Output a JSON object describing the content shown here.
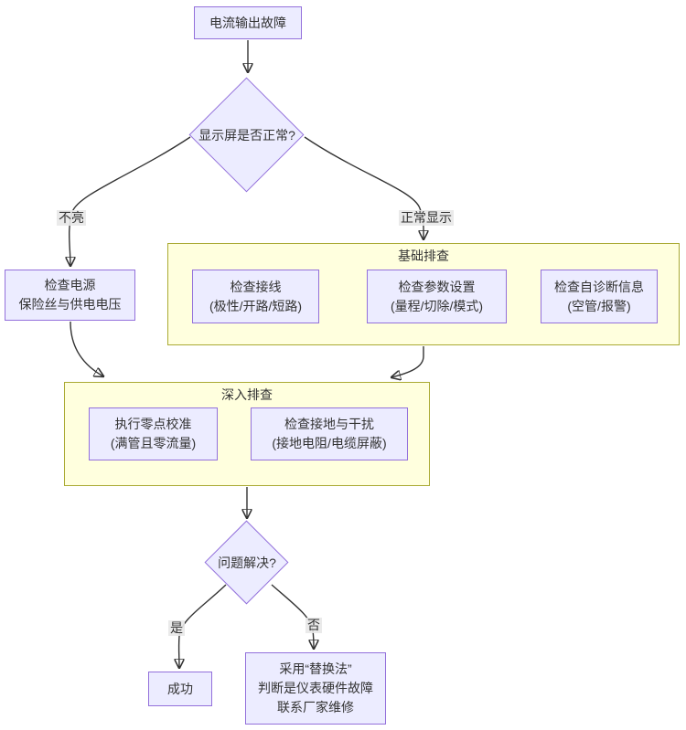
{
  "colors": {
    "node_fill": "#ECECFF",
    "node_border": "#9370DB",
    "cluster_fill": "#FFFFDE",
    "cluster_border": "#AAAA33",
    "edge_color": "#333333",
    "text_color": "#333333"
  },
  "nodes": {
    "start": {
      "label": "电流输出故障"
    },
    "display_check": {
      "label": "显示屏是否正常?"
    },
    "power": {
      "lines": [
        "检查电源",
        "保险丝与供电电压"
      ]
    },
    "wiring": {
      "lines": [
        "检查接线",
        "(极性/开路/短路)"
      ]
    },
    "params": {
      "lines": [
        "检查参数设置",
        "(量程/切除/模式)"
      ]
    },
    "diagnostics": {
      "lines": [
        "检查自诊断信息",
        "(空管/报警)"
      ]
    },
    "zero_cal": {
      "lines": [
        "执行零点校准",
        "(满管且零流量)"
      ]
    },
    "grounding": {
      "lines": [
        "检查接地与干扰",
        "(接地电阻/电缆屏蔽)"
      ]
    },
    "solved_check": {
      "label": "问题解决?"
    },
    "success": {
      "label": "成功"
    },
    "replace": {
      "lines": [
        "采用“替换法”",
        "判断是仪表硬件故障",
        "联系厂家维修"
      ]
    }
  },
  "clusters": {
    "basic": {
      "title": "基础排查"
    },
    "deep": {
      "title": "深入排查"
    }
  },
  "edge_labels": {
    "not_lit": "不亮",
    "normal_display": "正常显示",
    "yes": "是",
    "no": "否"
  }
}
